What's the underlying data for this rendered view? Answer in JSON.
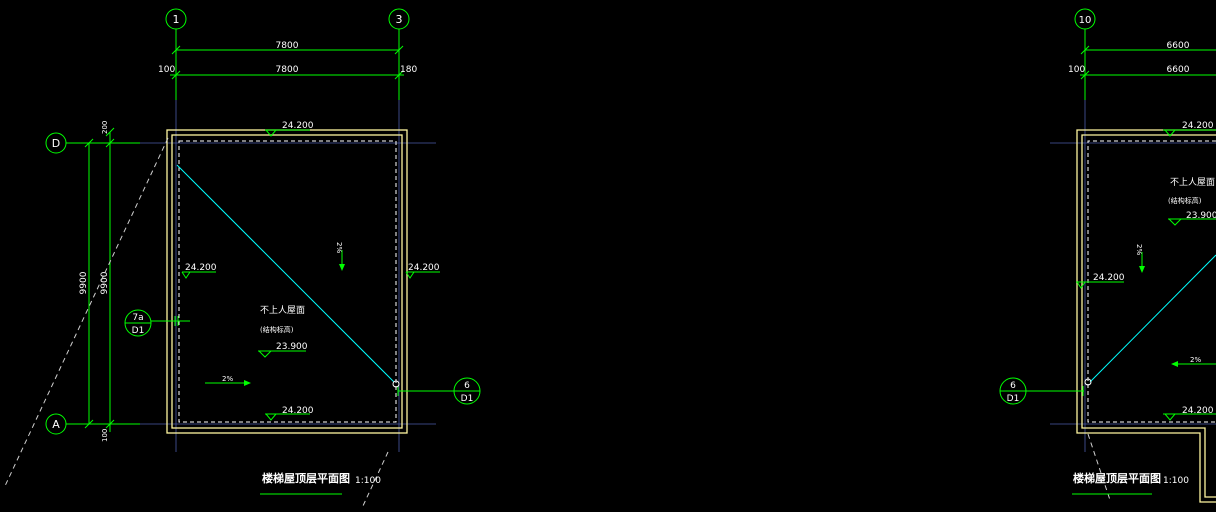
{
  "left_plan": {
    "axes": {
      "a1": "1",
      "a3": "3",
      "aD": "D",
      "aA": "A"
    },
    "dims": {
      "top_outer": "7800",
      "top_inner": "7800",
      "top_left_offset": "100",
      "top_right_offset": "180",
      "side_outer": "9900",
      "side_inner": "9900",
      "side_top_offset": "200",
      "side_bottom_offset": "100"
    },
    "elevations": {
      "top": "24.200",
      "left": "24.200",
      "right": "24.200",
      "bottom": "24.200",
      "center": "23.900"
    },
    "roof_label": "不上人屋面",
    "roof_sub": "(结构标高)",
    "slope_vertical": "2%",
    "slope_horizontal": "2%",
    "callout_left": {
      "top": "7a",
      "bottom": "D1"
    },
    "callout_right": {
      "top": "6",
      "bottom": "D1"
    },
    "title": "楼梯屋顶层平面图",
    "scale": "1:100"
  },
  "right_plan": {
    "axes": {
      "a10": "10"
    },
    "dims": {
      "top_outer": "6600",
      "top_inner": "6600",
      "top_left_offset": "100"
    },
    "elevations": {
      "top": "24.200",
      "left": "24.200",
      "bottom": "24.200",
      "center": "23.900"
    },
    "roof_label": "不上人屋面",
    "roof_sub": "(结构标高)",
    "slope_vertical": "2%",
    "slope_horizontal": "2%",
    "callout_left": {
      "top": "6",
      "bottom": "D1"
    },
    "title": "楼梯屋顶层平面图",
    "scale": "1:100"
  }
}
